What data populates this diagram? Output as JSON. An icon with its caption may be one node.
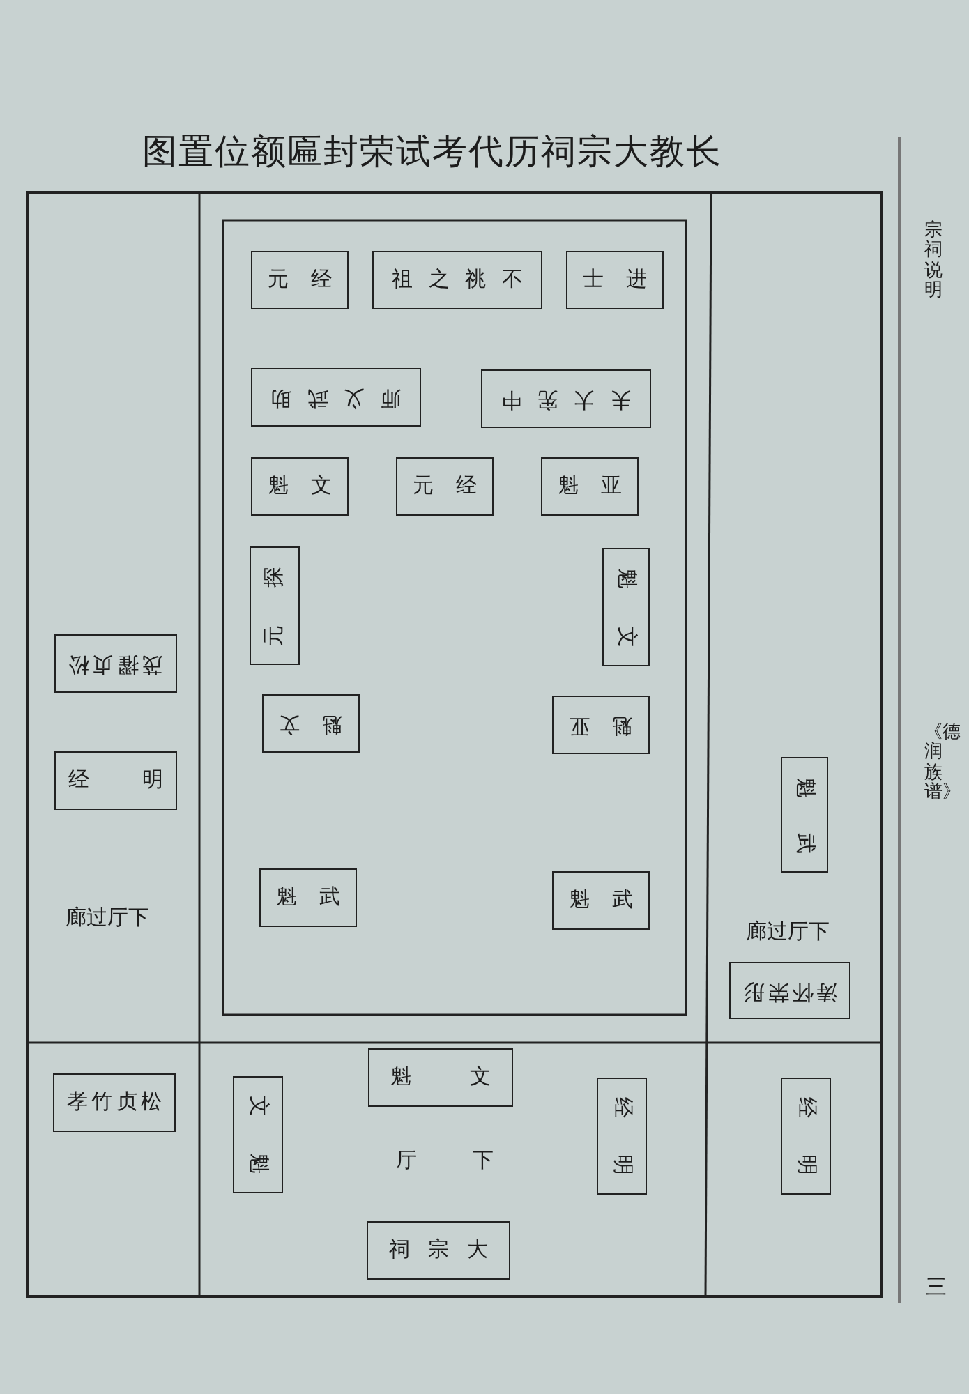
{
  "diagram": {
    "title": "图置位额匾封荣试考代历祠宗大教长",
    "nodes": [
      {
        "text": [
          "元经"
        ]
      },
      {
        "text": [
          "祖之祧不"
        ]
      },
      {
        "text": [
          "士进"
        ]
      },
      {
        "text": [
          "师义武助"
        ]
      },
      {
        "text": [
          "夫大宪中"
        ]
      },
      {
        "text": [
          "魁文"
        ]
      },
      {
        "text": [
          "元经"
        ]
      },
      {
        "text": [
          "魁亚"
        ]
      },
      {
        "text": [
          "元探"
        ]
      },
      {
        "text": [
          "魁文"
        ]
      },
      {
        "text": [
          "魁文"
        ]
      },
      {
        "text": [
          "魁亚"
        ]
      },
      {
        "text": [
          "魁武"
        ]
      },
      {
        "text": [
          "魁武"
        ]
      },
      {
        "text": [
          "茂擢贞松"
        ]
      },
      {
        "text": [
          "经明"
        ]
      },
      {
        "text": [
          "魁武"
        ]
      },
      {
        "text": [
          "涛怀荣彤"
        ]
      },
      {
        "text": [
          "孝竹贞松"
        ]
      },
      {
        "text": [
          "文魁"
        ]
      },
      {
        "text": [
          "魁文"
        ]
      },
      {
        "text": [
          "祠宗大"
        ]
      },
      {
        "text": [
          "经明"
        ]
      },
      {
        "text": [
          "经明"
        ]
      }
    ],
    "labels": [
      "宗祠说明",
      "《德润族谱》",
      "廊过厅下",
      "廊过厅下",
      "厅下",
      "三"
    ]
  }
}
